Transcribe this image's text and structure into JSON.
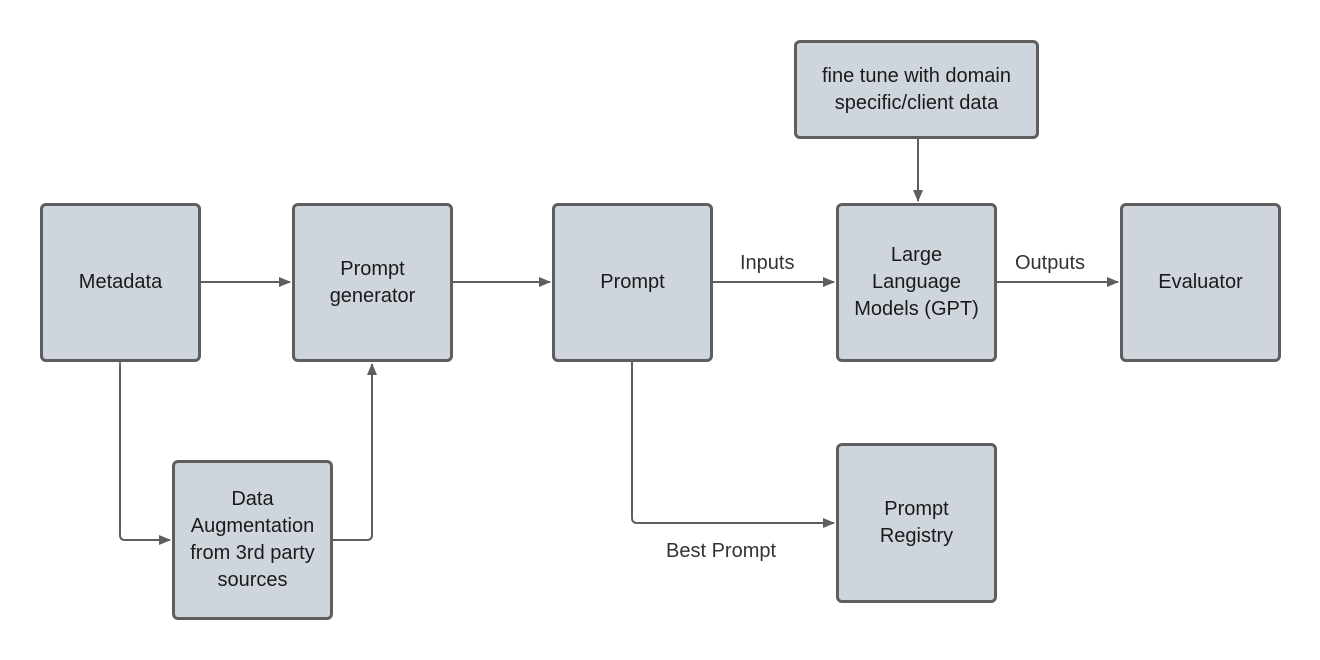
{
  "nodes": {
    "metadata": "Metadata",
    "prompt_generator": "Prompt\ngenerator",
    "prompt": "Prompt",
    "llm": "Large\nLanguage\nModels (GPT)",
    "evaluator": "Evaluator",
    "fine_tune": "fine tune with domain\nspecific/client data",
    "data_augmentation": "Data\nAugmentation\nfrom 3rd party\nsources",
    "prompt_registry": "Prompt\nRegistry"
  },
  "edge_labels": {
    "inputs": "Inputs",
    "outputs": "Outputs",
    "best_prompt": "Best Prompt"
  },
  "colors": {
    "node_fill": "#cfd5dd",
    "node_border": "#5e5e5e",
    "edge": "#5e5e5e",
    "text": "#1a1a1a"
  }
}
